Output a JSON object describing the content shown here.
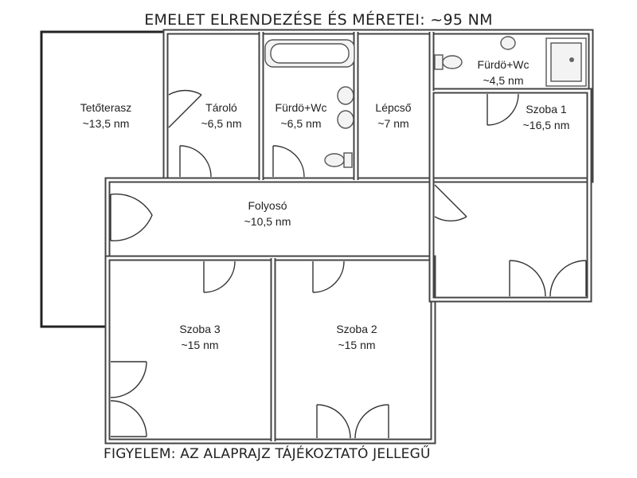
{
  "title": "EMELET ELRENDEZÉSE ÉS MÉRETEI: ~95 NM",
  "footer": "FIGYELEM: AZ ALAPRAJZ TÁJÉKOZTATÓ JELLEGŰ",
  "rooms": [
    {
      "name": "Tetőterasz",
      "area": "~13,5 nm"
    },
    {
      "name": "Tároló",
      "area": "~6,5 nm"
    },
    {
      "name": "Fürdö+Wc",
      "area": "~6,5 nm"
    },
    {
      "name": "Lépcső",
      "area": "~7 nm"
    },
    {
      "name": "Fürdö+Wc",
      "area": "~4,5 nm"
    },
    {
      "name": "Szoba 1",
      "area": "~16,5 nm"
    },
    {
      "name": "Folyosó",
      "area": "~10,5 nm"
    },
    {
      "name": "Szoba 3",
      "area": "~15 nm"
    },
    {
      "name": "Szoba 2",
      "area": "~15 nm"
    }
  ]
}
